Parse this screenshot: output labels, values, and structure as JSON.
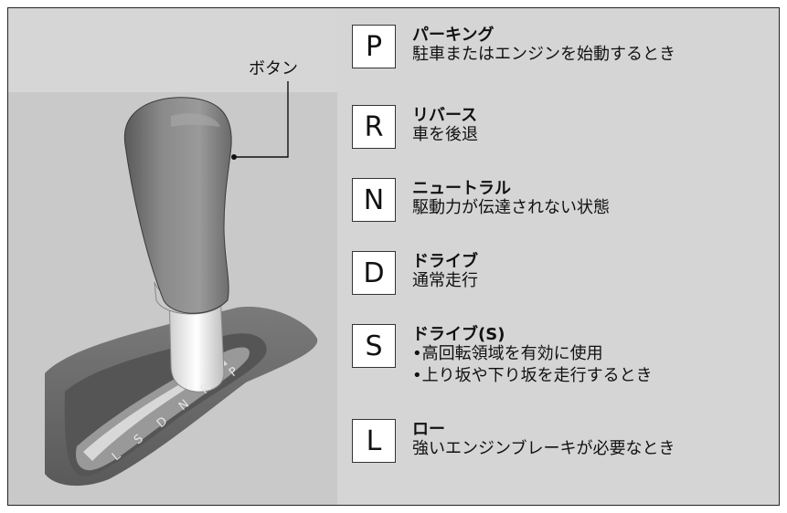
{
  "callout_label": "ボタン",
  "positions": [
    {
      "letter": "P",
      "name": "パーキング",
      "lines": [
        "駐車またはエンジンを始動するとき"
      ]
    },
    {
      "letter": "R",
      "name": "リバース",
      "lines": [
        "車を後退"
      ]
    },
    {
      "letter": "N",
      "name": "ニュートラル",
      "lines": [
        "駆動力が伝達されない状態"
      ]
    },
    {
      "letter": "D",
      "name": "ドライブ",
      "lines": [
        "通常走行"
      ]
    },
    {
      "letter": "S",
      "name": "ドライブ(S)",
      "lines": [
        "•高回転領域を有効に使用",
        "•上り坂や下り坂を走行するとき"
      ]
    },
    {
      "letter": "L",
      "name": "ロー",
      "lines": [
        "強いエンジンブレーキが必要なとき"
      ]
    }
  ],
  "gate_labels": [
    "P",
    "R",
    "N",
    "D",
    "S",
    "L"
  ]
}
